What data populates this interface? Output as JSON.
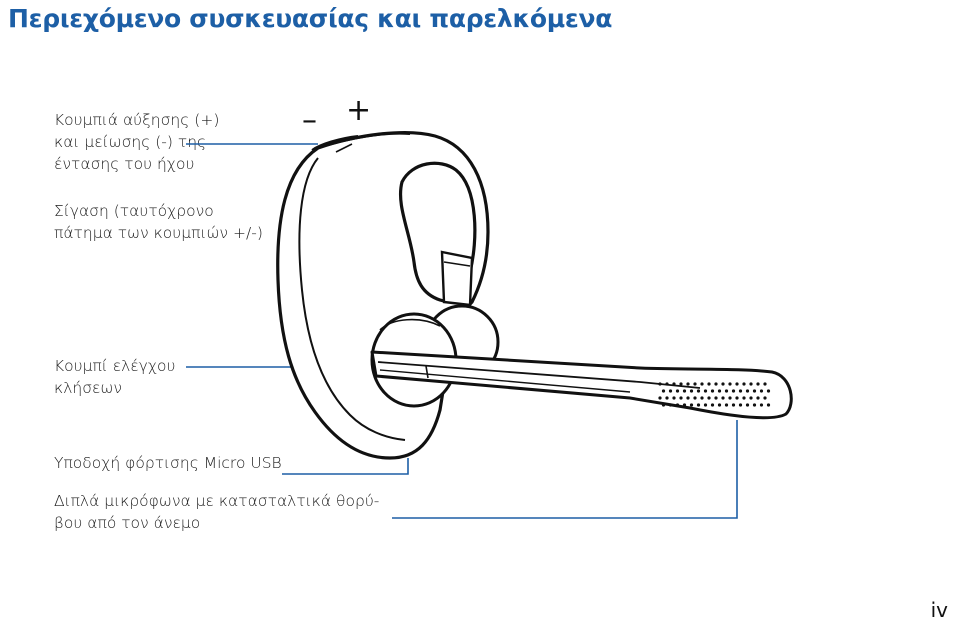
{
  "page": {
    "title": "Περιεχόμενο συσκευασίας και παρελκόμενα",
    "page_number": "iv"
  },
  "diagram": {
    "minus_symbol": "–",
    "plus_symbol": "+",
    "callouts": {
      "volume": {
        "lines": [
          "Κουμπιά αύξησης (+)",
          "και μείωσης (-) της",
          "έντασης του ήχου"
        ]
      },
      "mute": {
        "lines": [
          "Σίγαση (ταυτόχρονο",
          "πάτημα των κουμπιών  +/-)"
        ]
      },
      "call_control": {
        "lines": [
          "Κουμπί ελέγχου",
          "κλήσεων"
        ]
      },
      "charging_port": {
        "lines": [
          "Υποδοχή φόρτισης Micro USB"
        ]
      },
      "microphones": {
        "lines": [
          "Διπλά μικρόφωνα με κατασταλτικά θορύ-",
          "βου από τον άνεμο"
        ]
      }
    },
    "colors": {
      "title": "#1d5fa6",
      "leader_line": "#1d5fa6",
      "outline": "#111111"
    }
  }
}
